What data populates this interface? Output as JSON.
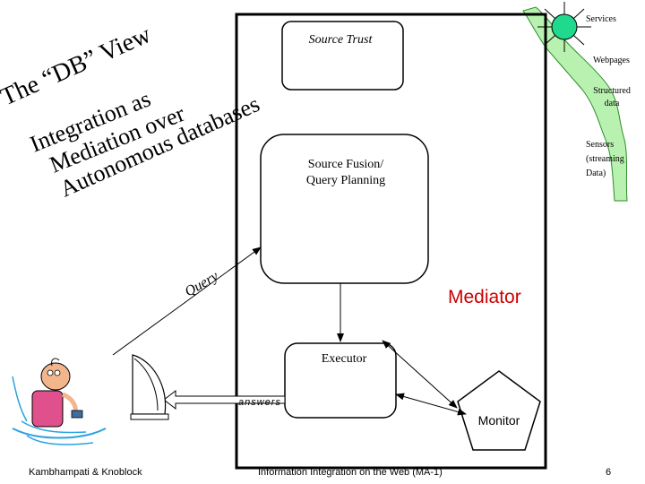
{
  "title_arc": {
    "line1": "The “DB” View",
    "line2": "Integration as",
    "line3": "Mediation over",
    "line4": "Autonomous databases"
  },
  "boxes": {
    "source_trust": "Source Trust",
    "source_fusion_line1": "Source Fusion/",
    "source_fusion_line2": "Query Planning",
    "executor": "Executor",
    "monitor": "Monitor"
  },
  "labels": {
    "mediator": "Mediator",
    "query": "Query",
    "answers": "answers"
  },
  "sources": {
    "services": "Services",
    "webpages": "Webpages",
    "structured_line1": "Structured",
    "structured_line2": "data",
    "sensors_line1": "Sensors",
    "sensors_line2": "(streaming",
    "sensors_line3": "Data)"
  },
  "colors": {
    "mediator_text": "#cc0000",
    "river_fill": "#b9f2b0",
    "sun_fill": "#1fd98c"
  },
  "footer": {
    "left": "Kambhampati & Knoblock",
    "center": "Information Integration on the Web (MA-1)",
    "page": "6"
  }
}
